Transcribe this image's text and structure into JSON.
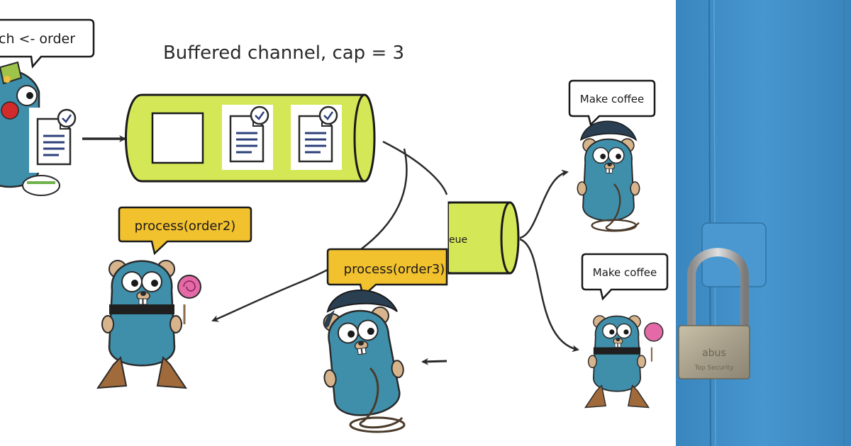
{
  "title": "Buffered channel, cap = 3",
  "bubbles": {
    "sender": "ch <- order",
    "worker_left": "process(order2)",
    "worker_mid": "process(order3)",
    "barista_top": "Make coffee",
    "barista_bottom": "Make coffee"
  },
  "queue_label": "eue",
  "padlock_text": {
    "brand": "abus",
    "model": "Top Security"
  },
  "buffer": {
    "capacity": 3,
    "slots": [
      {
        "state": "empty"
      },
      {
        "state": "order"
      },
      {
        "state": "order"
      }
    ]
  },
  "colors": {
    "channel_fill": "#d4e857",
    "bubble_yellow": "#f2c12e",
    "gopher_body": "#3f8fab",
    "door_blue": "#3e8cc4",
    "outline": "#1a1a1a"
  },
  "icons": [
    "order-document-icon",
    "checkmark-icon",
    "gopher-mascot",
    "padlock"
  ]
}
